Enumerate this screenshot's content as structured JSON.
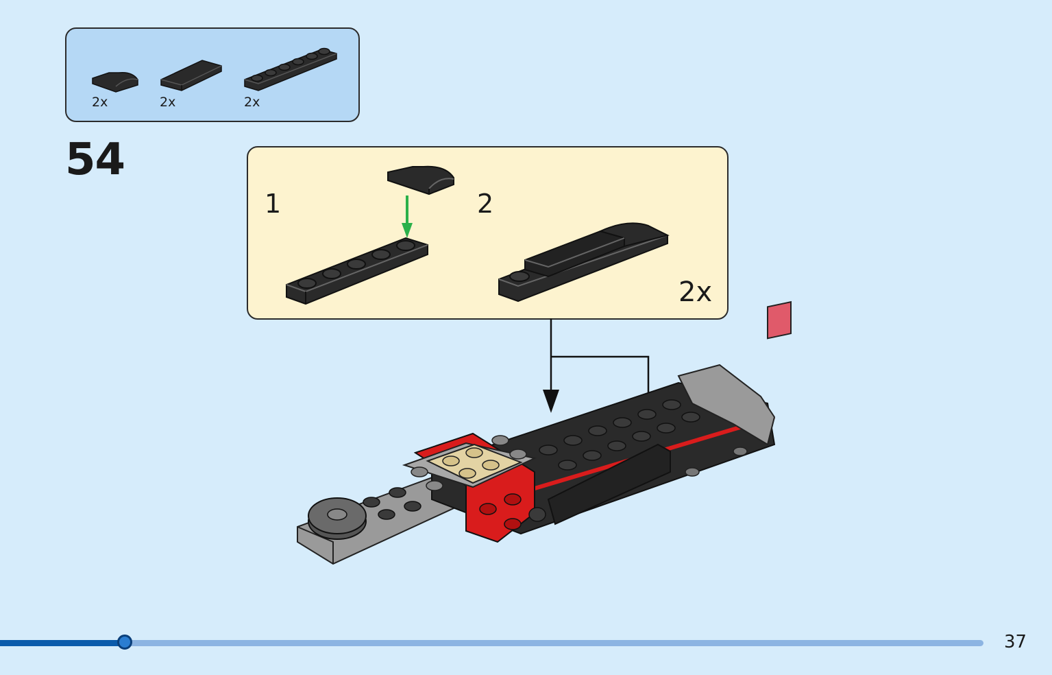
{
  "parts_list": [
    {
      "icon": "curved-slope-1x2-icon",
      "qty": "2x",
      "color": "#2a2a2a"
    },
    {
      "icon": "tile-1x4-icon",
      "qty": "2x",
      "color": "#2a2a2a"
    },
    {
      "icon": "plate-1x6-icon",
      "qty": "2x",
      "color": "#2a2a2a"
    }
  ],
  "step": {
    "number": "54"
  },
  "sub_assembly": {
    "steps": [
      {
        "label": "1"
      },
      {
        "label": "2"
      }
    ],
    "multiplier": "2x",
    "arrow_color": "#2bb04a"
  },
  "colors": {
    "background": "#d6ecfb",
    "parts_box": "#b5d8f5",
    "sub_box": "#fdf3cf",
    "brick_black": "#2a2a2a",
    "brick_grey": "#9a9a9a",
    "brick_red": "#d91c1c",
    "brick_tan": "#e3d3a4"
  },
  "progress": {
    "value": 0.128
  },
  "page": {
    "number": "37"
  }
}
